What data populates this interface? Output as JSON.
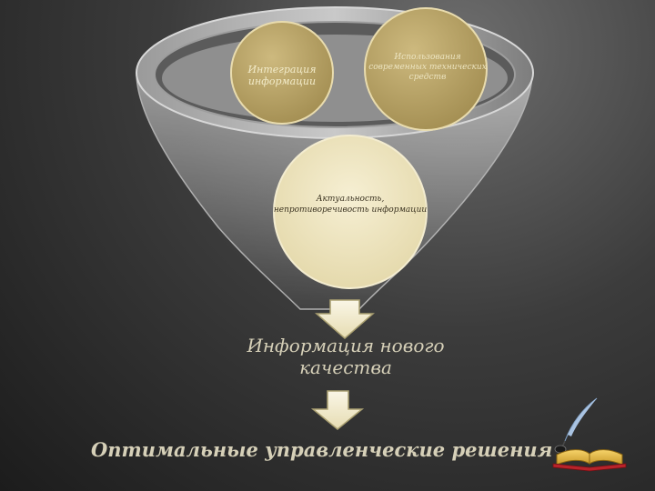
{
  "funnel": {
    "circle_left": "Интеграция информации",
    "circle_right": "Использования современных технических средств",
    "circle_center": "Актуальность, непротиворечивость информации"
  },
  "result": "Информация нового качества",
  "final": "Оптимальные управленческие решения",
  "icons": [
    "down-arrow-icon",
    "down-arrow-icon",
    "quill-pen-icon",
    "open-book-icon"
  ],
  "colors": {
    "circle_gold": "#b7a46a",
    "circle_light": "#efe6c2",
    "arrow_fill": "#f4edd0",
    "text": "#d6d0b8"
  }
}
